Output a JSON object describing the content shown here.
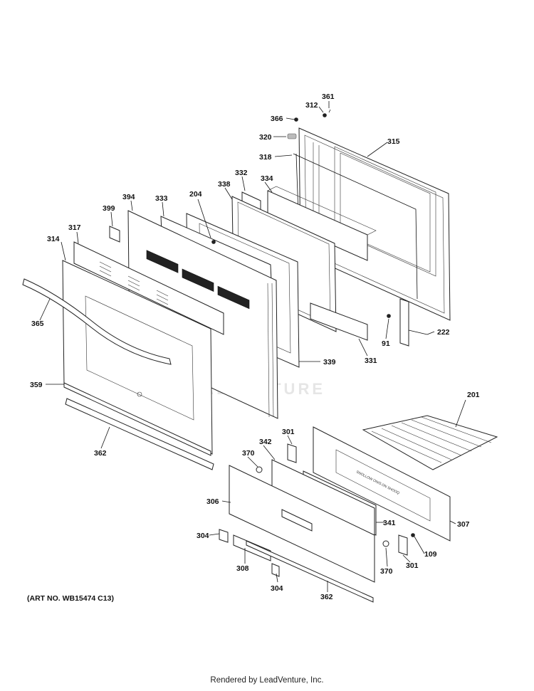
{
  "art_number": "(ART NO. WB15474 C13)",
  "footer": "Rendered by LeadVenture, Inc.",
  "watermark": "LEADVENTURE",
  "back_panel_text": "SNOLLOW ONIS  ON SHOOQ",
  "labels": {
    "361": "361",
    "312": "312",
    "366": "366",
    "320": "320",
    "315": "315",
    "318": "318",
    "332": "332",
    "334": "334",
    "204": "204",
    "338": "338",
    "394": "394",
    "333": "333",
    "399": "399",
    "317": "317",
    "314": "314",
    "365": "365",
    "222": "222",
    "91": "91",
    "331": "331",
    "339": "339",
    "359": "359",
    "201": "201",
    "362a": "362",
    "301a": "301",
    "342": "342",
    "370a": "370",
    "306": "306",
    "341": "341",
    "307": "307",
    "304a": "304",
    "308": "308",
    "109": "109",
    "370b": "370",
    "301b": "301",
    "304b": "304",
    "362b": "362"
  }
}
